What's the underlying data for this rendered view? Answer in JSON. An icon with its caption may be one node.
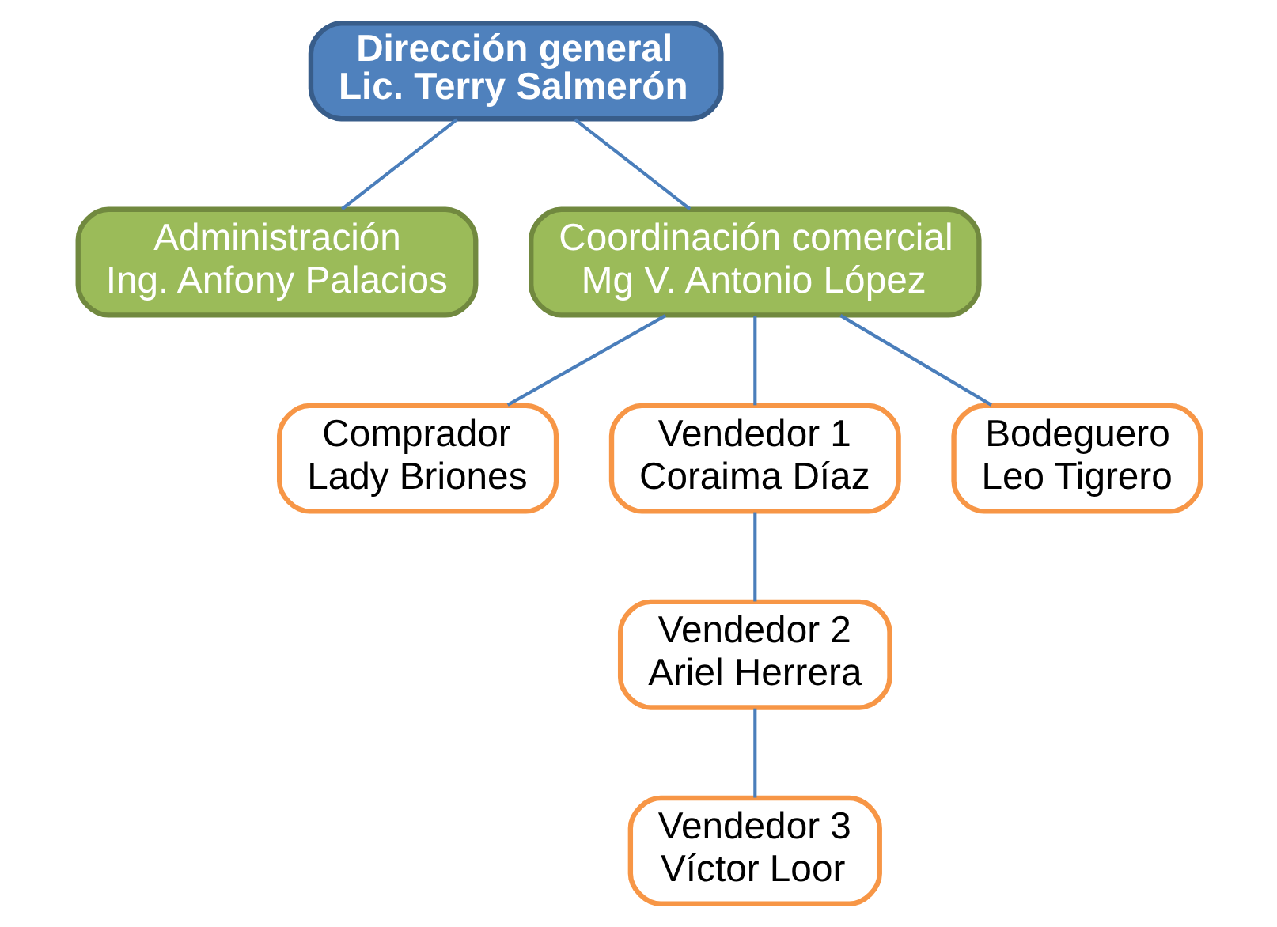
{
  "diagram": {
    "nodes": [
      {
        "text": [
          "Dirección general",
          "Lic. Terry Salmerón"
        ]
      },
      {
        "text": [
          "Administración",
          "Ing. Anfony Palacios"
        ]
      },
      {
        "text": [
          "Coordinación comercial",
          "Mg V. Antonio López"
        ]
      },
      {
        "text": [
          "Comprador",
          "Lady Briones"
        ]
      },
      {
        "text": [
          "Vendedor 1",
          "Coraima Díaz"
        ]
      },
      {
        "text": [
          "Bodeguero",
          "Leo Tigrero"
        ]
      },
      {
        "text": [
          "Vendedor 2",
          "Ariel Herrera"
        ]
      },
      {
        "text": [
          "Vendedor 3",
          "Víctor Loor"
        ]
      }
    ],
    "edges": [
      {
        "from": 0,
        "to": 1,
        "arrow": "none"
      },
      {
        "from": 0,
        "to": 2,
        "arrow": "none"
      },
      {
        "from": 2,
        "to": 3,
        "arrow": "none"
      },
      {
        "from": 2,
        "to": 4,
        "arrow": "none"
      },
      {
        "from": 2,
        "to": 5,
        "arrow": "none"
      },
      {
        "from": 4,
        "to": 6,
        "arrow": "none"
      },
      {
        "from": 6,
        "to": 7,
        "arrow": "none"
      }
    ]
  }
}
